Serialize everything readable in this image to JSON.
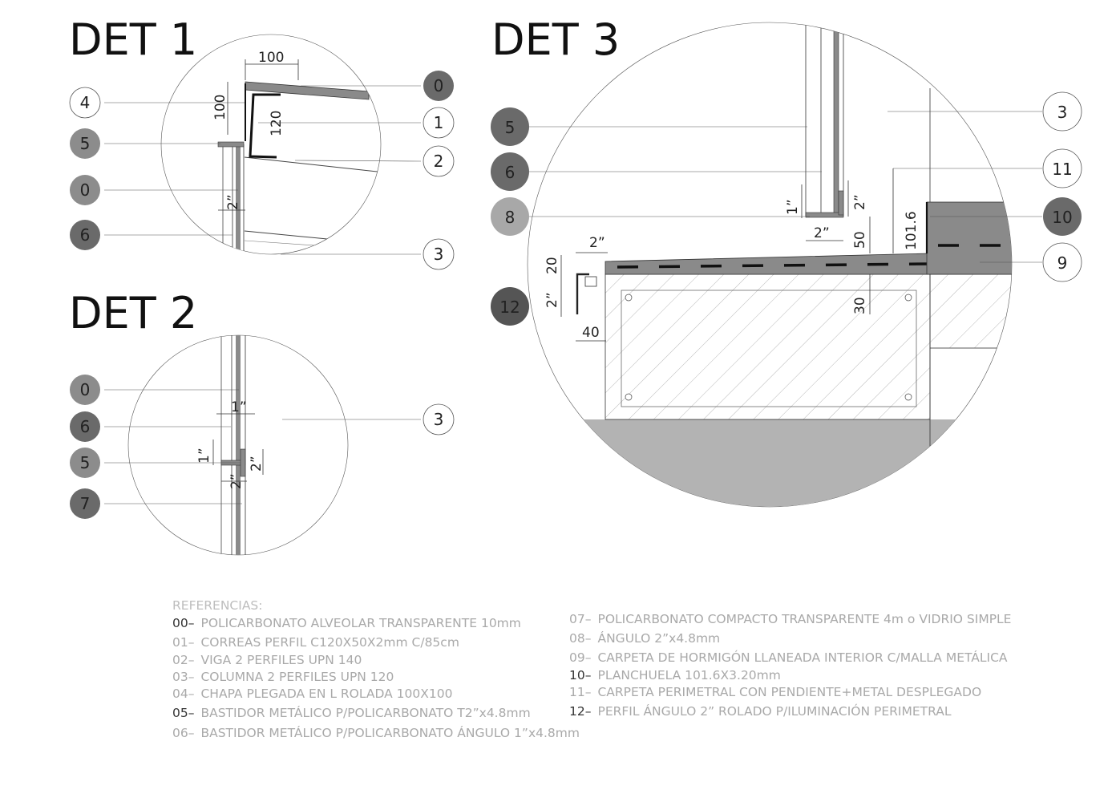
{
  "details": {
    "det1": {
      "title": "DET 1",
      "dims": {
        "top": "100",
        "side": "100",
        "purlin": "120",
        "angle": "2”"
      },
      "bubbles": {
        "b4": "4",
        "b5": "5",
        "b0": "0",
        "b6": "6",
        "r0": "0",
        "r1": "1",
        "r2": "2",
        "r3": "3"
      }
    },
    "det2": {
      "title": "DET 2",
      "dims": {
        "a": "1”",
        "b": "1”",
        "c": "2”",
        "d": "2”"
      },
      "bubbles": {
        "b0": "0",
        "b6": "6",
        "b5": "5",
        "b7": "7",
        "r3": "3"
      }
    },
    "det3": {
      "title": "DET 3",
      "dims": {
        "d1": "1”",
        "d2": "2”",
        "d3": "2”",
        "d4": "50",
        "d5": "101.6",
        "d6": "2”",
        "d7": "20",
        "d8": "2”",
        "d9": "40",
        "d10": "30"
      },
      "bubbles": {
        "b5": "5",
        "b6": "6",
        "b8": "8",
        "b12": "12",
        "r3": "3",
        "r11": "11",
        "r10": "10",
        "r9": "9"
      }
    }
  },
  "colors": {
    "bubble_dark": "#6a6a6a",
    "bubble_mid": "#8c8c8c",
    "bubble_light": "#a8a8a8",
    "concrete": "#b3b3b3",
    "steel": "#8a8a8a"
  },
  "references": {
    "heading": "REFERENCIAS:",
    "left": [
      {
        "num": "00–",
        "text": "POLICARBONATO ALVEOLAR TRANSPARENTE 10mm"
      },
      {
        "num": "01–",
        "text": "CORREAS PERFIL C120X50X2mm C/85cm"
      },
      {
        "num": "02–",
        "text": "VIGA 2 PERFILES UPN 140"
      },
      {
        "num": "03–",
        "text": "COLUMNA 2 PERFILES UPN 120"
      },
      {
        "num": "04–",
        "text": "CHAPA PLEGADA EN L ROLADA 100X100"
      },
      {
        "num": "05–",
        "text": "BASTIDOR METÁLICO P/POLICARBONATO T2”x4.8mm"
      },
      {
        "num": "06–",
        "text": "BASTIDOR METÁLICO P/POLICARBONATO ÁNGULO 1”x4.8mm"
      }
    ],
    "right": [
      {
        "num": "07–",
        "text": "POLICARBONATO COMPACTO TRANSPARENTE 4m o VIDRIO SIMPLE"
      },
      {
        "num": "08–",
        "text": "ÁNGULO 2”x4.8mm"
      },
      {
        "num": "09–",
        "text": "CARPETA DE HORMIGÓN LLANEADA INTERIOR C/MALLA METÁLICA"
      },
      {
        "num": "10–",
        "text": "PLANCHUELA 101.6X3.20mm"
      },
      {
        "num": "11–",
        "text": "CARPETA PERIMETRAL CON PENDIENTE+METAL DESPLEGADO"
      },
      {
        "num": "12–",
        "text": "PERFIL ÁNGULO 2” ROLADO P/ILUMINACIÓN PERIMETRAL"
      }
    ]
  }
}
